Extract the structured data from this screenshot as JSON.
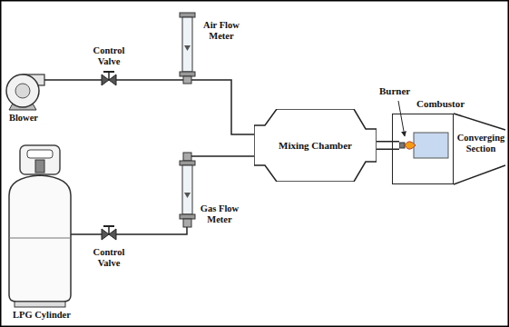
{
  "diagram": {
    "nodes": [
      {
        "text": [
          "Mixing Chamber"
        ]
      },
      {
        "text": [
          "Combustor"
        ]
      },
      {
        "text": [
          "Burner"
        ],
        "in": 1
      }
    ],
    "edges": [
      {
        "from": 0,
        "to": 2,
        "arrow": "none"
      }
    ],
    "labels": [
      "Air Flow Meter",
      "Control Valve",
      "Blower",
      "Gas Flow Meter",
      "Control Valve",
      "LPG Cylinder",
      "Converging Section"
    ]
  }
}
